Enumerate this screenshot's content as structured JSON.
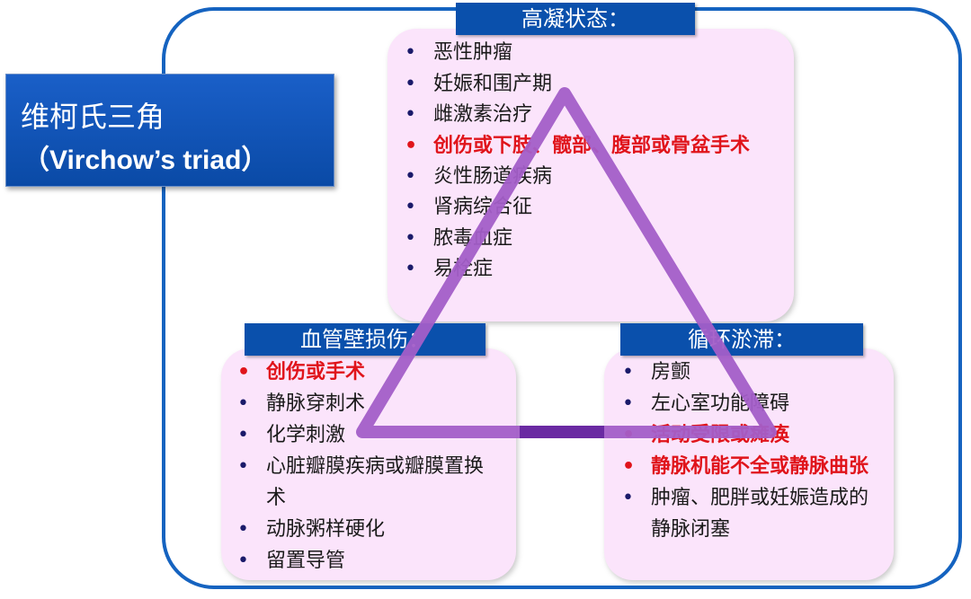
{
  "title": {
    "line1": "维柯氏三角",
    "line2": "（Virchow’s triad）"
  },
  "top": {
    "header": "高凝状态：",
    "items": [
      {
        "text": "恶性肿瘤",
        "highlight": false
      },
      {
        "text": "妊娠和围产期",
        "highlight": false
      },
      {
        "text": "雌激素治疗",
        "highlight": false
      },
      {
        "text": "创伤或下肢、髋部、腹部或骨盆手术",
        "highlight": true
      },
      {
        "text": "炎性肠道疾病",
        "highlight": false
      },
      {
        "text": "肾病综合征",
        "highlight": false
      },
      {
        "text": "脓毒血症",
        "highlight": false
      },
      {
        "text": "易栓症",
        "highlight": false
      }
    ]
  },
  "left": {
    "header": "血管壁损伤：",
    "items": [
      {
        "text": "创伤或手术",
        "highlight": true
      },
      {
        "text": "静脉穿刺术",
        "highlight": false
      },
      {
        "text": "化学刺激",
        "highlight": false
      },
      {
        "text": "心脏瓣膜疾病或瓣膜置换术",
        "highlight": false
      },
      {
        "text": "动脉粥样硬化",
        "highlight": false
      },
      {
        "text": "留置导管",
        "highlight": false
      }
    ]
  },
  "right": {
    "header": "循环淤滞：",
    "items": [
      {
        "text": "房颤",
        "highlight": false
      },
      {
        "text": "左心室功能障碍",
        "highlight": false
      },
      {
        "text": "活动受限或瘫痪",
        "highlight": true
      },
      {
        "text": "静脉机能不全或静脉曲张",
        "highlight": true
      },
      {
        "text": "肿瘤、肥胖或妊娠造成的静脉闭塞",
        "highlight": false
      }
    ]
  },
  "colors": {
    "frame": "#1563c0",
    "header_bg": "#0a50ac",
    "panel_bg": "#fbe4fb",
    "highlight_text": "#e0141b",
    "triangle": "#a35ec8",
    "triangle_base_dark": "#6a2aa2"
  }
}
